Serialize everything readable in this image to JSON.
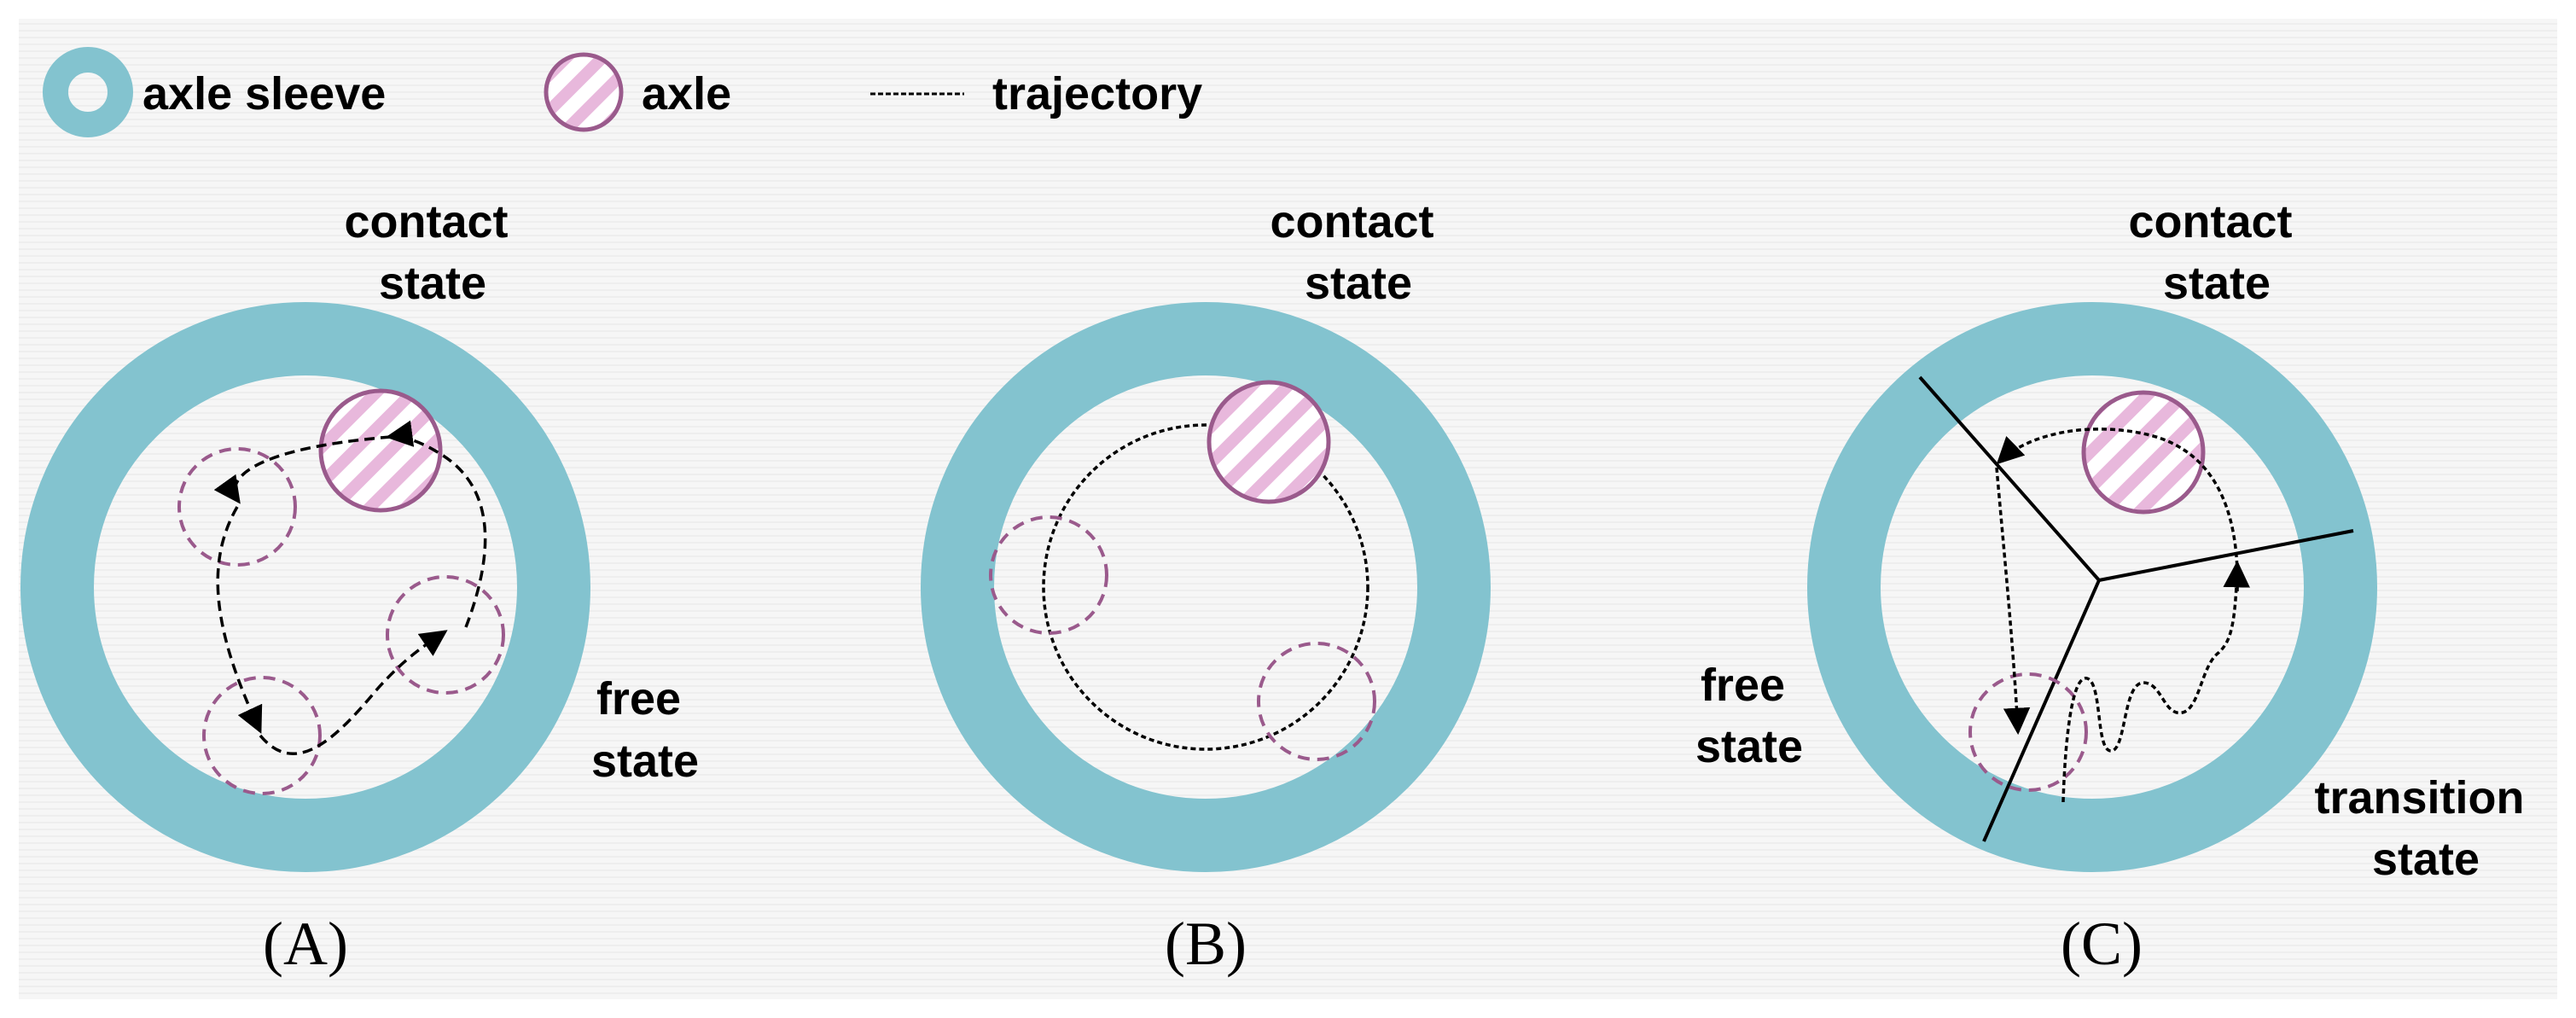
{
  "legend": {
    "sleeve_label": "axle sleeve",
    "axle_label": "axle",
    "trajectory_label": "trajectory"
  },
  "panels": [
    {
      "caption": "(A)",
      "contact_label": [
        "contact",
        "state"
      ],
      "free_label": [
        "free",
        "state"
      ]
    },
    {
      "caption": "(B)",
      "contact_label": [
        "contact",
        "state"
      ]
    },
    {
      "caption": "(C)",
      "contact_label": [
        "contact",
        "state"
      ],
      "free_label": [
        "free",
        "state"
      ],
      "transition_label": [
        "transition",
        "state"
      ]
    }
  ],
  "colors": {
    "sleeve": "#83c3cf",
    "axle_stroke": "#9a5a8c",
    "axle_stripe": "#e8b8dc",
    "trajectory": "#000000",
    "background": "#f4f4f4"
  }
}
